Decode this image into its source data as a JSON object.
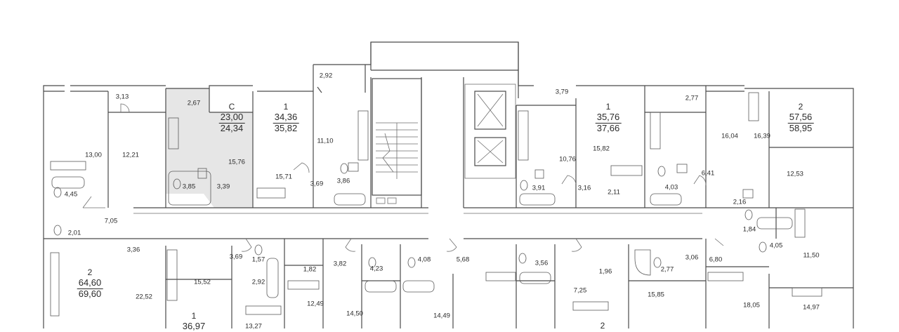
{
  "apartments": [
    {
      "rooms": "С",
      "area_living": "23,00",
      "area_total": "24,34"
    },
    {
      "rooms": "1",
      "area_living": "34,36",
      "area_total": "35,82"
    },
    {
      "rooms": "1",
      "area_living": "35,76",
      "area_total": "37,66"
    },
    {
      "rooms": "2",
      "area_living": "57,56",
      "area_total": "58,95"
    },
    {
      "rooms": "2",
      "area_living": "64,60",
      "area_total": "69,60"
    },
    {
      "rooms": "1",
      "area_living": "36,97"
    },
    {
      "rooms": "2"
    }
  ],
  "room_areas": [
    "3,13",
    "2,67",
    "2,92",
    "3,79",
    "2,77",
    "13,00",
    "12,21",
    "11,10",
    "15,76",
    "15,71",
    "15,82",
    "16,04",
    "16,39",
    "10,76",
    "3,85",
    "3,39",
    "3,69",
    "3,86",
    "3,91",
    "3,16",
    "2,11",
    "4,03",
    "6,41",
    "12,53",
    "2,16",
    "4,45",
    "7,05",
    "2,01",
    "3,36",
    "1,84",
    "4,05",
    "11,50",
    "3,69",
    "1,57",
    "1,82",
    "3,82",
    "4,23",
    "4,08",
    "5,68",
    "3,56",
    "1,96",
    "2,77",
    "3,06",
    "6,80",
    "15,52",
    "2,92",
    "22,52",
    "12,49",
    "14,50",
    "14,49",
    "7,25",
    "15,85",
    "18,05",
    "14,97",
    "13,27"
  ]
}
